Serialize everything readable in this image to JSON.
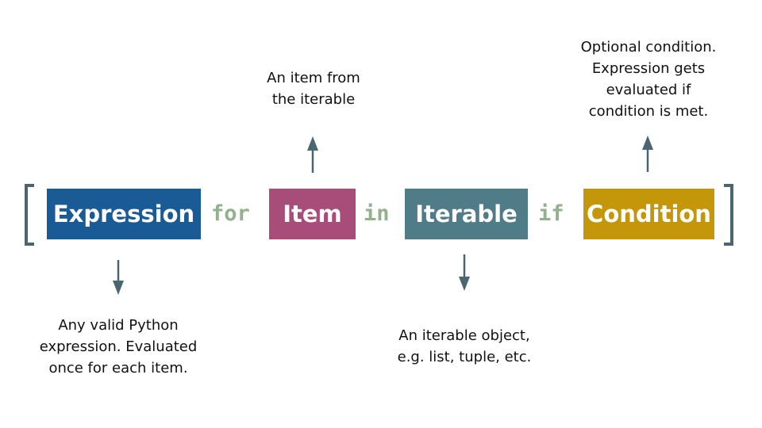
{
  "parts": [
    {
      "label": "Expression",
      "color": "#1a5a95"
    },
    {
      "label": "Item",
      "color": "#a84d7a"
    },
    {
      "label": "Iterable",
      "color": "#4f7c87"
    },
    {
      "label": "Condition",
      "color": "#c4970a"
    }
  ],
  "keywords": {
    "for": "for",
    "in": "in",
    "if": "if"
  },
  "annotations": {
    "expression": [
      "Any valid Python",
      "expression. Evaluated",
      "once for each item."
    ],
    "item": [
      "An item from",
      "the iterable"
    ],
    "iterable": [
      "An iterable object,",
      "e.g. list, tuple, etc."
    ],
    "condition": [
      "Optional condition.",
      "Expression gets",
      "evaluated if",
      "condition is met."
    ]
  },
  "colors": {
    "bracket": "#4b6670",
    "keyword": "#93b18d",
    "arrow": "#4b6670"
  }
}
